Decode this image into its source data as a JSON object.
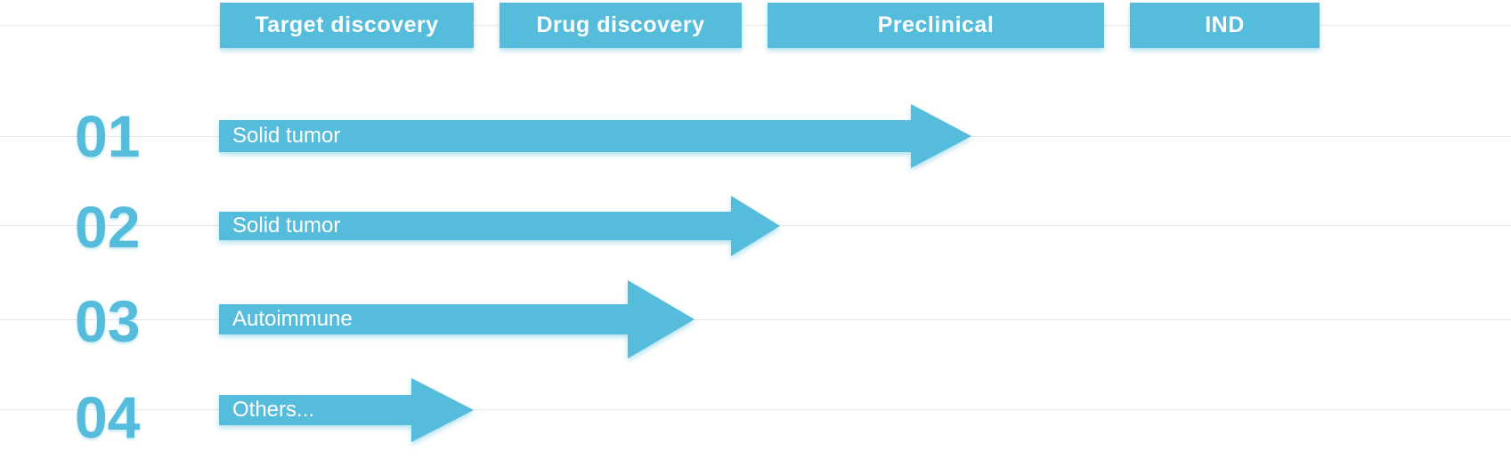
{
  "colors": {
    "accent": "#55bcdc",
    "text_on_accent": "#ffffff",
    "guide_line": "#e6e6e6"
  },
  "stages": [
    {
      "label": "Target discovery"
    },
    {
      "label": "Drug discovery"
    },
    {
      "label": "Preclinical"
    },
    {
      "label": "IND"
    }
  ],
  "pipelines": [
    {
      "number": "01",
      "label": "Solid tumor"
    },
    {
      "number": "02",
      "label": "Solid tumor"
    },
    {
      "number": "03",
      "label": "Autoimmune"
    },
    {
      "number": "04",
      "label": "Others..."
    }
  ]
}
